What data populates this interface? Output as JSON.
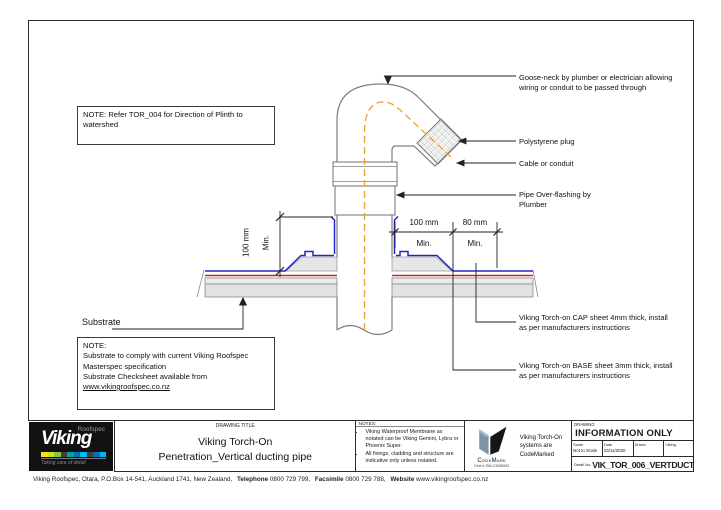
{
  "colors": {
    "cap_sheet_blue": "#2323cf",
    "base_sheet_red": "#d62121",
    "cable_orange": "#f2a233",
    "logo_strip": [
      "#f9e11e",
      "#cfe01f",
      "#8cc63e",
      "#3f3f3f",
      "#00a79d",
      "#0072bc",
      "#00b9f2",
      "#3f3f3f",
      "#0072bc",
      "#00b9f2"
    ]
  },
  "drawing": {
    "note_top": "NOTE: Refer TOR_004 for Direction of Plinth to watershed",
    "substrate_label": "Substrate",
    "note_bottom": {
      "heading": "NOTE:",
      "line1": "Substrate to comply with current Viking Roofspec",
      "line2": "Masterspec specification",
      "line3": "Substrate Checksheet available from",
      "link": "www.vikingroofspec.co.nz"
    },
    "labels": {
      "goose_neck": "Goose-neck by plumber or electrician allowing wiring or conduit to be passed through",
      "polystyrene": "Polystyrene plug",
      "cable": "Cable or conduit",
      "over_flashing": "Pipe Over-flashing by Plumber",
      "cap_sheet": "Viking Torch-on CAP sheet 4mm thick, install as per manufacturers instructions",
      "base_sheet": "Viking Torch-on BASE sheet 3mm thick, install as per manufacturers instructions"
    },
    "dimensions": {
      "upstand_value": "100 mm",
      "upstand_min": "Min.",
      "plinth_value": "100 mm",
      "plinth_min": "Min.",
      "clearance_value": "80 mm",
      "clearance_min": "Min."
    }
  },
  "title_block": {
    "logo": {
      "brand": "Viking",
      "sub_brand": "Roofspec",
      "tagline": "Taking care of detail"
    },
    "drawing_title": {
      "label": "DRAWING TITLE",
      "line1": "Viking Torch-On",
      "line2": "Penetration_Vertical ducting pipe"
    },
    "notes": {
      "label": "NOTES:",
      "items": [
        "Viking Waterproof Membrane as notated can be Viking Gemini, Lybra or Phoenix Super.",
        "All fixings, cladding and structure are indicative only unless notated."
      ]
    },
    "codemark": {
      "name": "CodeMark",
      "cert": "Cert # GM-CM30092",
      "caption": "Viking Torch-On systems are CodeMarked"
    },
    "info": {
      "header": "DRAWING",
      "stamp": "INFORMATION ONLY",
      "scale_label": "Scale",
      "scale_value": "Not to Scale",
      "date_label": "Date",
      "date_value": "23/11/2020",
      "drawn_label": "Drawn",
      "drawn_value": "",
      "company_label": "Viking",
      "company_value": "",
      "detail_label": "Detail No.",
      "detail_value": "VIK_TOR_006_VERTDUCT"
    }
  },
  "footer": {
    "address": "Viking Roofspec, Otara, P.O.Box 14-541, Auckland 1741, New Zealand,",
    "phone_label": "Telephone",
    "phone": "0800 729 799,",
    "fax_label": "Facsimile",
    "fax": "0800 729 788,",
    "web_label": "Website",
    "web": "www.vikingroofspec.co.nz"
  }
}
